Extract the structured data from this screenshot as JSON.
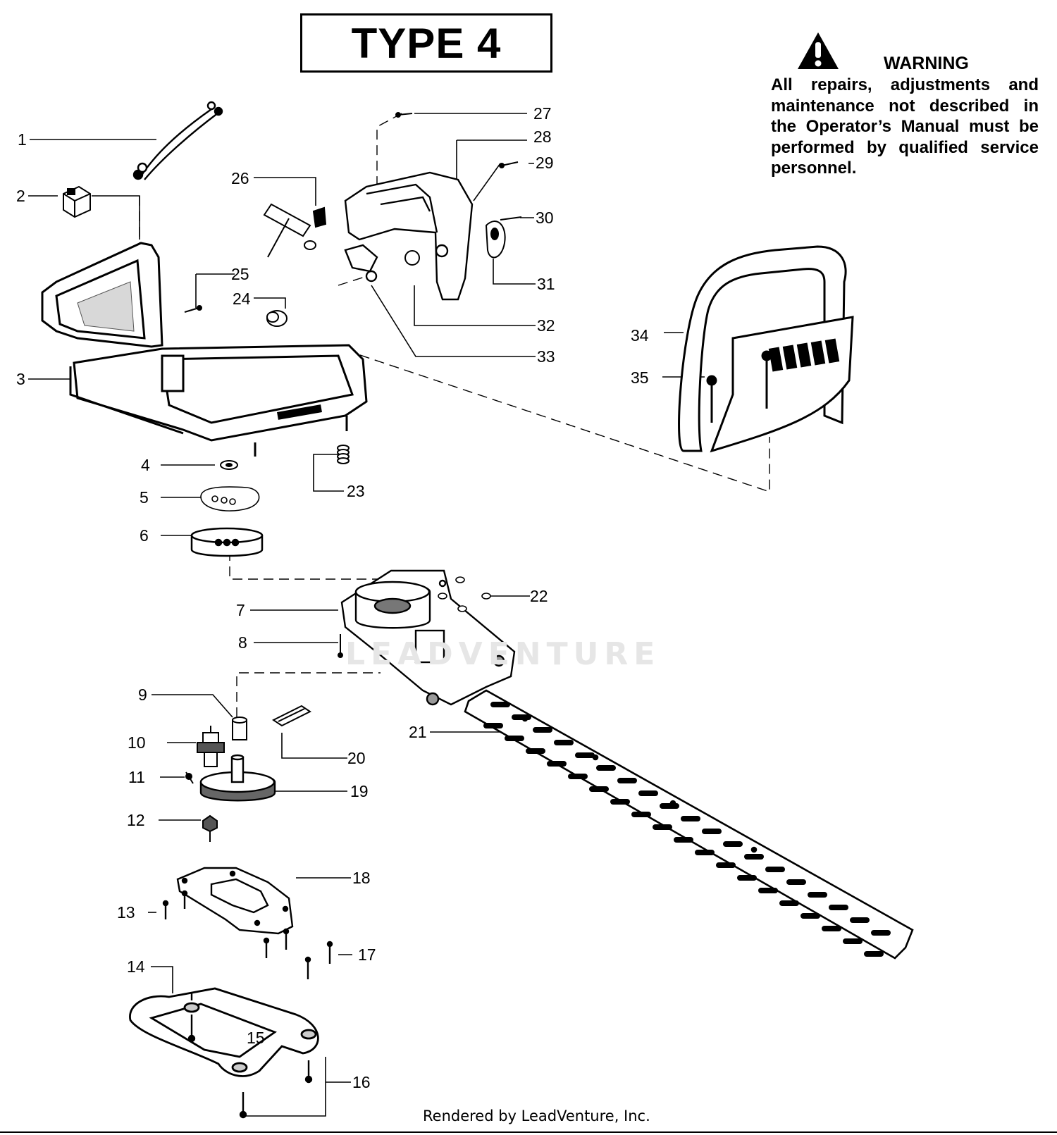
{
  "title": "TYPE 4",
  "warning": {
    "heading": "WARNING",
    "text": "All repairs, adjustments and maintenance not described in the Operator’s Manual must be performed by qualified service personnel."
  },
  "callouts": {
    "c1": "1",
    "c2": "2",
    "c3": "3",
    "c4": "4",
    "c5": "5",
    "c6": "6",
    "c7": "7",
    "c8": "8",
    "c9": "9",
    "c10": "10",
    "c11": "11",
    "c12": "12",
    "c13": "13",
    "c14": "14",
    "c15": "15",
    "c16": "16",
    "c17": "17",
    "c18": "18",
    "c19": "19",
    "c20": "20",
    "c21": "21",
    "c22": "22",
    "c23": "23",
    "c24": "24",
    "c25": "25",
    "c26": "26",
    "c27": "27",
    "c28": "28",
    "c29": "29",
    "c30": "30",
    "c31": "31",
    "c32": "32",
    "c33": "33",
    "c34": "34",
    "c35": "35"
  },
  "watermark": "LEADVENTURE",
  "footer": "Rendered by LeadVenture, Inc."
}
